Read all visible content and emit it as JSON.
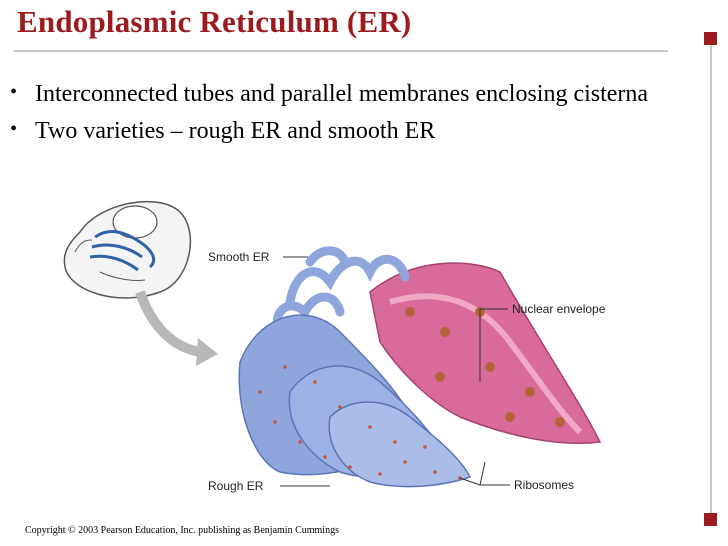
{
  "slide": {
    "title": "Endoplasmic Reticulum (ER)",
    "accent_color": "#9b1b1e",
    "bullets": [
      "Interconnected tubes and parallel membranes enclosing cisterna",
      "Two varieties – rough ER and smooth ER"
    ],
    "copyright": "Copyright © 2003 Pearson Education, Inc. publishing as Benjamin Cummings"
  },
  "figure": {
    "labels": {
      "smooth_er": "Smooth ER",
      "nuclear_envelope": "Nuclear envelope",
      "rough_er": "Rough ER",
      "ribosomes": "Ribosomes"
    },
    "colors": {
      "er_membrane": "#8fa6dd",
      "nuclear_envelope": "#d86b9a",
      "ribosome": "#c8573c"
    }
  }
}
